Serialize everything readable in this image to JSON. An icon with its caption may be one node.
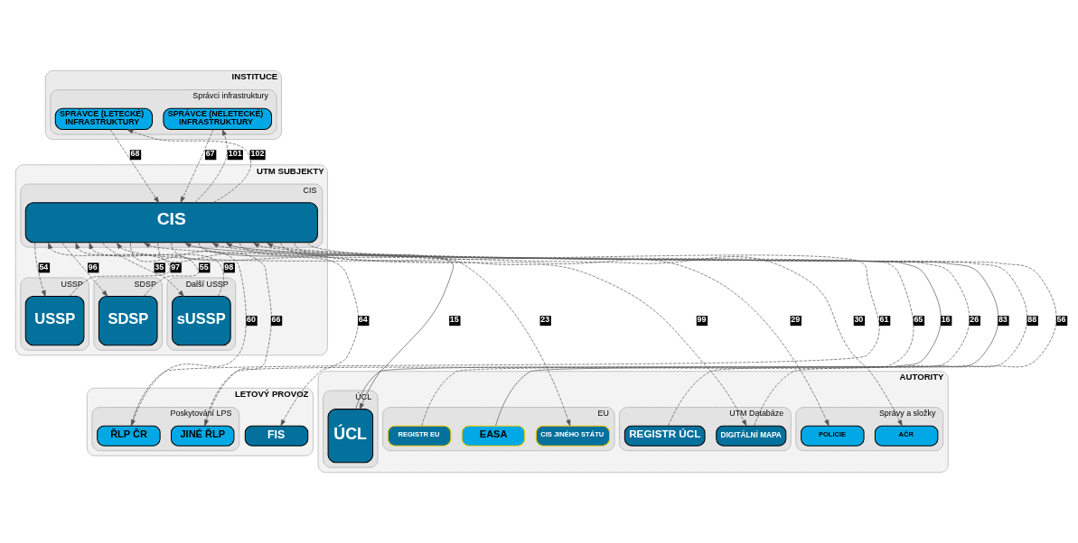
{
  "diagram": {
    "nodes": [
      {
        "text": [
          "INSTITUCE"
        ]
      },
      {
        "text": [
          "Správci infrastruktury"
        ],
        "in": 0
      },
      {
        "text": [
          "SPRÁVCE (NELETECKÉ) INFRASTRUKTURY"
        ],
        "in": 1
      },
      {
        "text": [
          "SPRÁVCE (LETECKÉ) INFRASTRUKTURY"
        ],
        "in": 1
      },
      {
        "text": [
          "UTM SUBJEKTY"
        ]
      },
      {
        "text": [
          "CIS"
        ],
        "in": 4
      },
      {
        "text": [
          "CIS"
        ],
        "in": 5
      },
      {
        "text": [
          "USSP"
        ],
        "in": 4
      },
      {
        "text": [
          "USSP"
        ],
        "in": 7
      },
      {
        "text": [
          "SDSP"
        ],
        "in": 4
      },
      {
        "text": [
          "SDSP"
        ],
        "in": 9
      },
      {
        "text": [
          "Další USSP"
        ],
        "in": 4
      },
      {
        "text": [
          "sUSSP"
        ],
        "in": 11
      },
      {
        "text": [
          "LETOVÝ PROVOZ"
        ]
      },
      {
        "text": [
          "Poskytování LPS"
        ],
        "in": 13
      },
      {
        "text": [
          "ŘLP ČR"
        ],
        "in": 14
      },
      {
        "text": [
          "JINÉ ŘLP"
        ],
        "in": 14
      },
      {
        "text": [
          "FIS"
        ],
        "in": 13
      },
      {
        "text": [
          "AUTORITY"
        ]
      },
      {
        "text": [
          "ÚCL"
        ],
        "in": 18
      },
      {
        "text": [
          "ÚCL"
        ],
        "in": 19
      },
      {
        "text": [
          "EU"
        ],
        "in": 18
      },
      {
        "text": [
          "REGISTR EU"
        ],
        "in": 21
      },
      {
        "text": [
          "EASA"
        ],
        "in": 21
      },
      {
        "text": [
          "CIS JINÉHO STÁTU"
        ],
        "in": 21
      },
      {
        "text": [
          "UTM Databáze"
        ],
        "in": 18
      },
      {
        "text": [
          "REGISTR ÚCL"
        ],
        "in": 25
      },
      {
        "text": [
          "DIGITÁLNÍ MAPA"
        ],
        "in": 25
      },
      {
        "text": [
          "Správy a složky"
        ],
        "in": 18
      },
      {
        "text": [
          "POLICIE"
        ],
        "in": 28
      },
      {
        "text": [
          "AČR"
        ],
        "in": 28
      }
    ],
    "edges": [
      {
        "from": 6,
        "to": 2,
        "arrow": "to",
        "label": "101",
        "style": "dashed"
      },
      {
        "from": 2,
        "to": 6,
        "arrow": "to",
        "label": "67",
        "style": "dashed"
      },
      {
        "from": 3,
        "to": 6,
        "arrow": "to",
        "label": "68",
        "style": "dashed"
      },
      {
        "from": 6,
        "to": 3,
        "arrow": "to",
        "label": "102",
        "style": "dashed"
      },
      {
        "from": 6,
        "to": 8,
        "arrow": "to",
        "label": "54",
        "style": "dashed"
      },
      {
        "from": 8,
        "to": 6,
        "arrow": "to",
        "label": "97",
        "style": "dashed"
      },
      {
        "from": 6,
        "to": 10,
        "arrow": "to",
        "label": "96",
        "style": "dashed"
      },
      {
        "from": 10,
        "to": 6,
        "arrow": "to",
        "label": "55",
        "style": "dashed"
      },
      {
        "from": 12,
        "to": 6,
        "arrow": "to",
        "label": "98",
        "style": "dashed"
      },
      {
        "from": 6,
        "to": 12,
        "arrow": "to",
        "label": "35",
        "style": "dashed"
      },
      {
        "from": 15,
        "to": 6,
        "arrow": "to",
        "label": "61",
        "style": "dashed"
      },
      {
        "from": 6,
        "to": 15,
        "arrow": "to",
        "label": "60",
        "style": "dashed"
      },
      {
        "from": 16,
        "to": 6,
        "arrow": "to",
        "label": "65",
        "style": "dashed"
      },
      {
        "from": 6,
        "to": 16,
        "arrow": "to",
        "label": "66",
        "style": "dashed"
      },
      {
        "from": 6,
        "to": 17,
        "arrow": "to",
        "label": "64",
        "style": "dashed"
      },
      {
        "from": 20,
        "to": 6,
        "arrow": "to",
        "label": "16"
      },
      {
        "from": 6,
        "to": 20,
        "arrow": "to",
        "label": "15"
      },
      {
        "from": 22,
        "to": 6,
        "arrow": "to",
        "label": "26",
        "style": "dashed"
      },
      {
        "from": 23,
        "to": 6,
        "arrow": "to",
        "label": "83"
      },
      {
        "from": 6,
        "to": 24,
        "arrow": "to",
        "label": "23",
        "style": "dashed"
      },
      {
        "from": 26,
        "to": 6,
        "arrow": "to",
        "label": "88",
        "style": "dashed"
      },
      {
        "from": 27,
        "to": 6,
        "arrow": "to",
        "label": "56",
        "style": "dashed"
      },
      {
        "from": 6,
        "to": 27,
        "arrow": "to",
        "label": "99",
        "style": "dashed"
      },
      {
        "from": 6,
        "to": 29,
        "arrow": "to",
        "label": "29",
        "style": "dashed"
      },
      {
        "from": 6,
        "to": 30,
        "arrow": "to",
        "label": "30",
        "style": "dashed"
      }
    ]
  }
}
